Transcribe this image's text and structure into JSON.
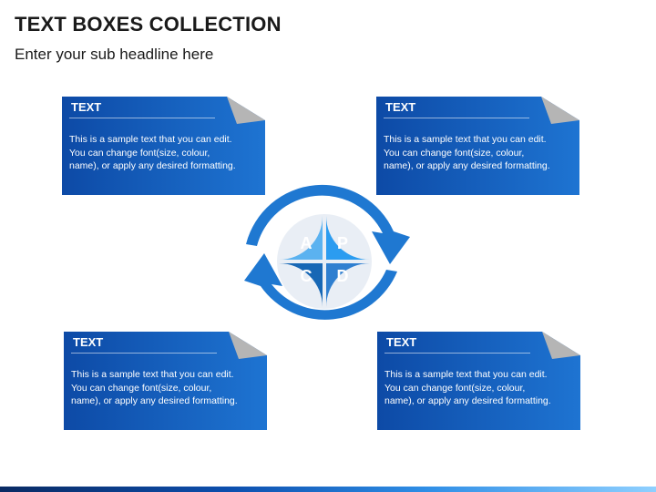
{
  "slide": {
    "title": "TEXT BOXES COLLECTION",
    "subtitle": "Enter your sub headline here"
  },
  "cards": [
    {
      "heading": "TEXT",
      "body": "This is a sample text that you can edit. You can change font(size, colour, name), or apply any desired formatting."
    },
    {
      "heading": "TEXT",
      "body": "This is a sample text that you can edit. You can change font(size, colour, name), or apply any desired formatting."
    },
    {
      "heading": "TEXT",
      "body": "This is a sample text that you can edit. You can change font(size, colour, name), or apply any desired formatting."
    },
    {
      "heading": "TEXT",
      "body": "This is a sample text that you can edit. You can change font(size, colour, name), or apply any desired formatting."
    }
  ],
  "cycle": {
    "quadrants": [
      {
        "letter": "A",
        "color": "#5bb2f0"
      },
      {
        "letter": "P",
        "color": "#2b9cf0"
      },
      {
        "letter": "C",
        "color": "#1767b5"
      },
      {
        "letter": "D",
        "color": "#2f7fd0"
      }
    ],
    "arrow_color": "#1f78d1"
  },
  "colors": {
    "card_dark": "#0d4aa6",
    "card_light": "#1e74d2",
    "fold": "#b5b5b5"
  }
}
